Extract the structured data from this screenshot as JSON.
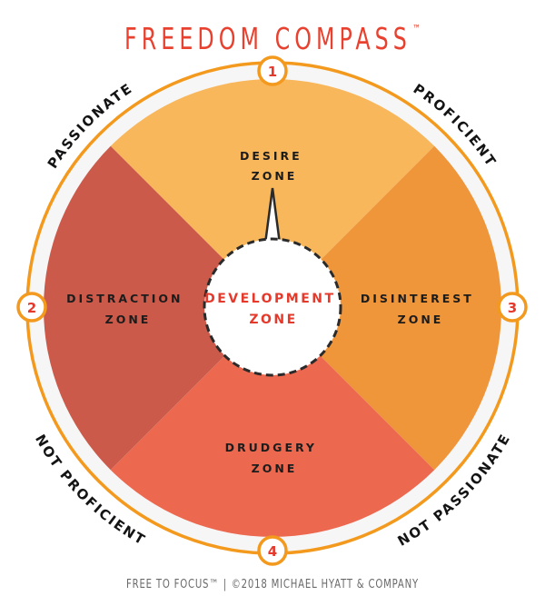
{
  "title": {
    "text": "FREEDOM COMPASS",
    "trademark": "™",
    "color": "#E8412F"
  },
  "zones": {
    "desire": {
      "line1": "DESIRE",
      "line2": "ZONE",
      "color": "#F9B75B"
    },
    "distraction": {
      "line1": "DISTRACTION",
      "line2": "ZONE",
      "color": "#CB5A4A"
    },
    "disinterest": {
      "line1": "DISINTEREST",
      "line2": "ZONE",
      "color": "#EF953A"
    },
    "drudgery": {
      "line1": "DRUDGERY",
      "line2": "ZONE",
      "color": "#EC6950"
    },
    "development": {
      "line1": "DEVELOPMENT",
      "line2": "ZONE",
      "color": "#E5392C"
    }
  },
  "axes": {
    "top_left": "PASSIONATE",
    "top_right": "PROFICIENT",
    "bottom_left": "NOT PROFICIENT",
    "bottom_right": "NOT PASSIONATE"
  },
  "badges": [
    "1",
    "2",
    "3",
    "4"
  ],
  "colors": {
    "ring": "#F39A1E",
    "band": "#F6F6F6",
    "dashed_circle": "#2a2a2a",
    "badge_number": "#E5392C"
  },
  "footer": {
    "brand": "FREE TO FOCUS™",
    "separator": "|",
    "copyright": "©2018 MICHAEL HYATT & COMPANY"
  }
}
